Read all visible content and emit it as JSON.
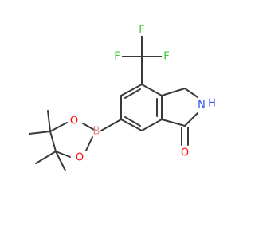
{
  "molecule": {
    "atoms": {
      "f_top": {
        "label": "F",
        "color": "#33cc33"
      },
      "f_left": {
        "label": "F",
        "color": "#33cc33"
      },
      "f_right": {
        "label": "F",
        "color": "#33cc33"
      },
      "nh": {
        "label": "N",
        "color": "#3050f8"
      },
      "h": {
        "label": "H",
        "color": "#3050f8"
      },
      "o_carbonyl": {
        "label": "O",
        "color": "#ff0d0d"
      },
      "b": {
        "label": "B",
        "color": "#e08a8a"
      },
      "o_upper": {
        "label": "O",
        "color": "#ff0d0d"
      },
      "o_lower": {
        "label": "O",
        "color": "#ff0d0d"
      }
    },
    "bond_color": "#3a3a3a"
  }
}
